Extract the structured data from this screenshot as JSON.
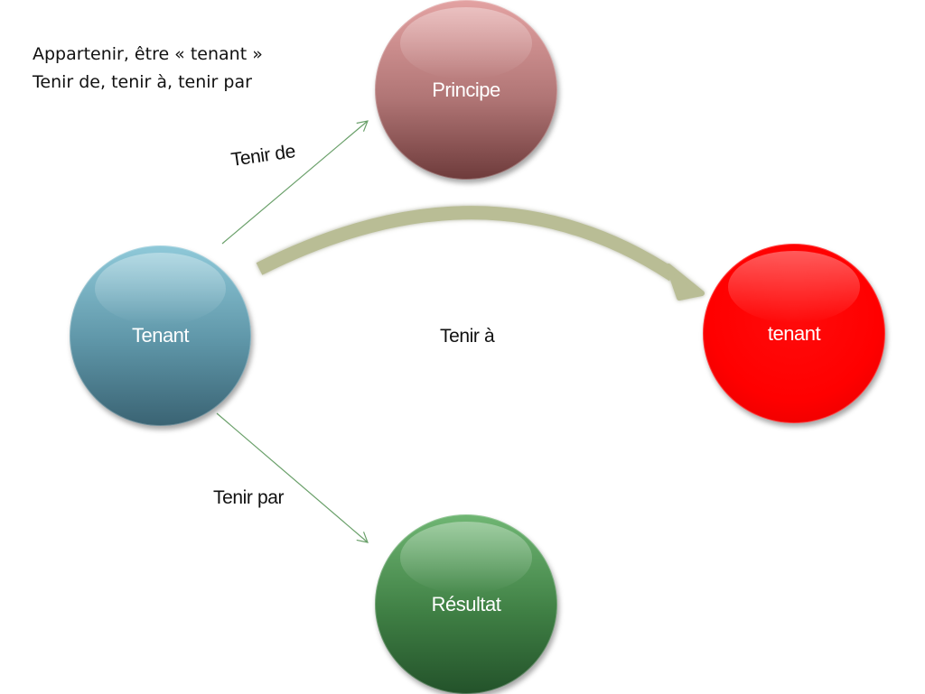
{
  "header": {
    "line1": "Appartenir, être « tenant »",
    "line2": "Tenir de, tenir à, tenir par"
  },
  "nodes": {
    "principe": {
      "label": "Principe",
      "color": "#a86c6c"
    },
    "tenant_source": {
      "label": "Tenant",
      "color": "#5d94a6"
    },
    "tenant_target": {
      "label": "tenant",
      "color": "#ff0000"
    },
    "resultat": {
      "label": "Résultat",
      "color": "#3f7f44"
    }
  },
  "edges": {
    "tenir_de": {
      "label": "Tenir de",
      "from": "Tenant",
      "to": "Principe",
      "color": "#6aa06a"
    },
    "tenir_a": {
      "label": "Tenir à",
      "from": "Tenant",
      "to": "tenant",
      "color": "#b9bd95"
    },
    "tenir_par": {
      "label": "Tenir par",
      "from": "Tenant",
      "to": "Résultat",
      "color": "#6aa06a"
    }
  }
}
